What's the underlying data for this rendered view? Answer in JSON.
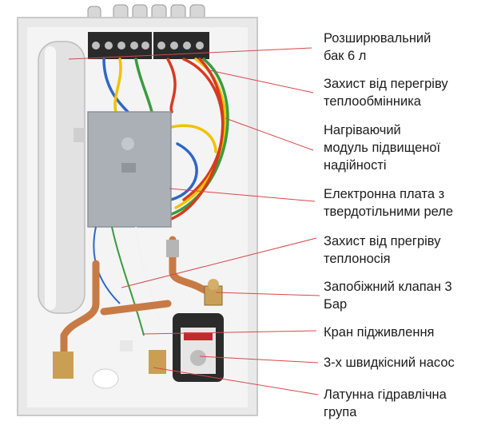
{
  "callouts": [
    {
      "text": "Розширювальний\nбак 6 л"
    },
    {
      "text": "Захист від перегріву\nтеплообмінника"
    },
    {
      "text": "Нагріваючий\nмодуль підвищеної\nнадійності"
    },
    {
      "text": "Електронна плата з\nтвердотільними реле"
    },
    {
      "text": "Захист від прегріву\nтеплоносія"
    },
    {
      "text": "Запобіжний клапан 3\nБар"
    },
    {
      "text": "Кран підживлення"
    },
    {
      "text": "3-х швидкісний насос"
    },
    {
      "text": "Латунна гідравлічна\nгрупа"
    }
  ],
  "colors": {
    "leader_line": "#d9464a",
    "housing": "#f2f2f2",
    "tank": "#e4e4e4",
    "control_box": "#a9aeb4",
    "pump": "#2b2b2b",
    "copper": "#c87a45",
    "wire_red": "#d63a1f",
    "wire_yellow": "#f2c200",
    "wire_green": "#3a9b3e",
    "wire_blue": "#2f66c9"
  },
  "icons": [
    "terminal-block-icon",
    "pump-icon",
    "valve-icon"
  ]
}
